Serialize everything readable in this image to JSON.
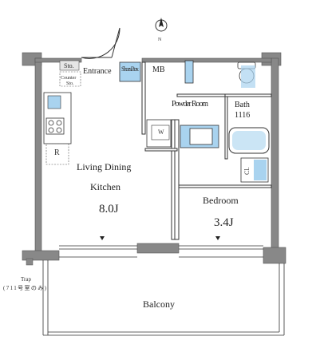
{
  "compass": {
    "label": "N"
  },
  "rooms": {
    "entrance": "Entrance",
    "shoes_box": "Shoes Box",
    "mb": "MB",
    "sto": "Sto.",
    "counter": "Counter",
    "counter_sto": "Sto.",
    "powder_room": "Powder Room",
    "bath": "Bath",
    "bath_size": "1116",
    "living": "Living Dining",
    "kitchen": "Kitchen",
    "living_size": "8.0J",
    "bedroom": "Bedroom",
    "bedroom_size": "3.4J",
    "cl": "Cl.",
    "cls": "Cl.",
    "refrigerator": "R",
    "washer": "W",
    "balcony": "Balcony",
    "trap": "Trap",
    "trap_note": "(711号室のみ)"
  },
  "colors": {
    "wall": "#888888",
    "wall_dark": "#555555",
    "fixture_blue": "#a9d3ef",
    "line": "#333333"
  }
}
